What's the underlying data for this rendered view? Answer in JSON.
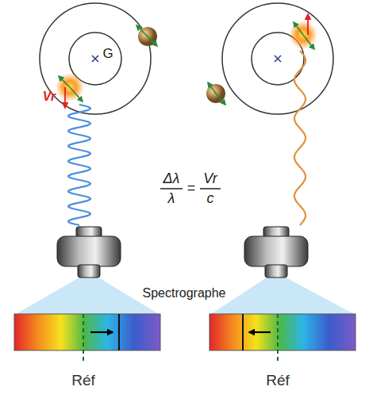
{
  "diagram": {
    "labels": [
      "G",
      "Vr",
      "Δλ",
      "λ",
      "=",
      "Vr",
      "c",
      "Spectrographe",
      "Réf",
      "Réf"
    ]
  }
}
